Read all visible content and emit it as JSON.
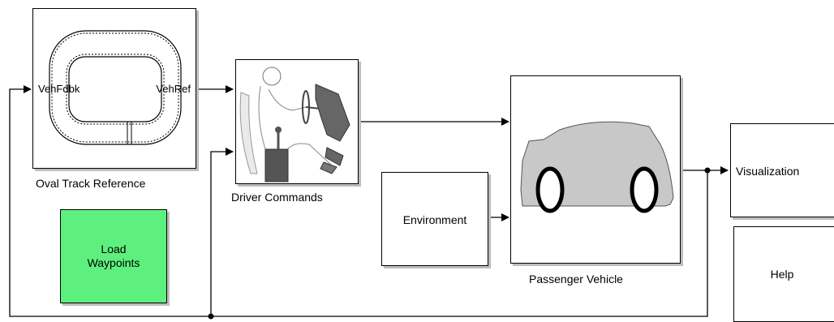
{
  "blocks": {
    "oval_track": {
      "label": "Oval Track Reference",
      "port_in": "VehFdbk",
      "port_out": "VehRef"
    },
    "driver": {
      "label": "Driver Commands"
    },
    "load_waypoints": {
      "line1": "Load",
      "line2": "Waypoints",
      "fill": "#5ef07e"
    },
    "environment": {
      "label": "Environment"
    },
    "vehicle": {
      "label": "Passenger Vehicle"
    },
    "visualization": {
      "label": "Visualization"
    },
    "help": {
      "label": "Help"
    }
  },
  "icons": {
    "track": "oval-track-icon",
    "driver": "driver-seat-icon",
    "car": "car-icon"
  },
  "colors": {
    "block_shadow": "#bdbdbd",
    "car_body": "#c8c8c8",
    "driver_dark": "#555555"
  }
}
